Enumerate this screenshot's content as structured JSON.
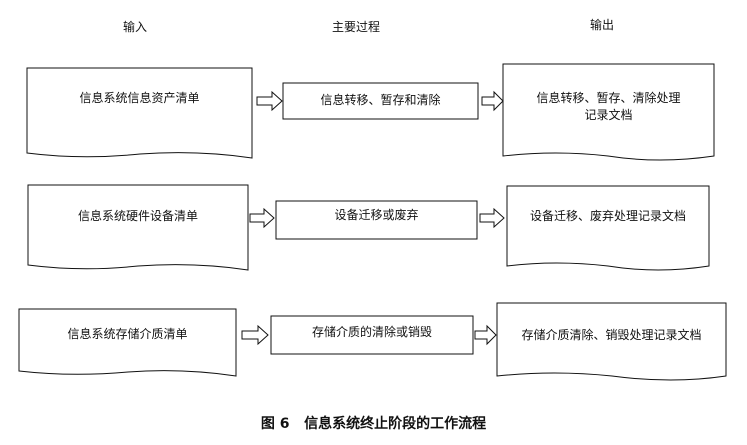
{
  "headers": {
    "input": "输入",
    "process": "主要过程",
    "output": "输出"
  },
  "rows": [
    {
      "input": "信息系统信息资产清单",
      "process": "信息转移、暂存和清除",
      "output": [
        "信息转移、暂存、清除处理",
        "记录文档"
      ]
    },
    {
      "input": "信息系统硬件设备清单",
      "process": "设备迁移或废弃",
      "output": [
        "设备迁移、废弃处理记录文档"
      ]
    },
    {
      "input": "信息系统存储介质清单",
      "process": "存储介质的清除或销毁",
      "output": [
        "存储介质清除、销毁处理记录文档"
      ]
    }
  ],
  "caption": {
    "figure_no": "图 6",
    "title": "信息系统终止阶段的工作流程"
  }
}
